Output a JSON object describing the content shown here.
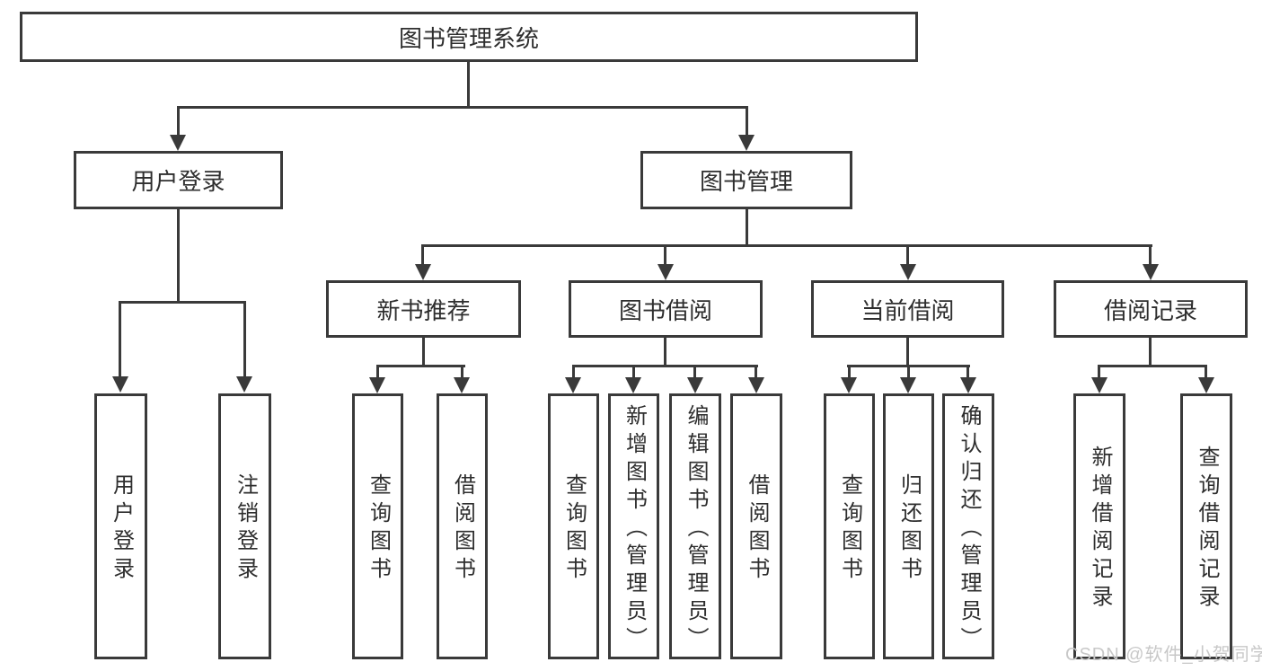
{
  "nodes": {
    "root": "图书管理系统",
    "user_login": "用户登录",
    "book_mgmt": "图书管理",
    "new_book_rec": "新书推荐",
    "book_borrow": "图书借阅",
    "current_borrow": "当前借阅",
    "borrow_records": "借阅记录",
    "leaf_user_login": "用户登录",
    "leaf_logout": "注销登录",
    "rec_query_book": "查询图书",
    "rec_borrow_book": "借阅图书",
    "bb_query_book": "查询图书",
    "bb_add_book": "新增图书（管理员）",
    "bb_edit_book": "编辑图书（管理员）",
    "bb_borrow_book": "借阅图书",
    "cb_query_book": "查询图书",
    "cb_return_book": "归还图书",
    "cb_confirm_return": "确认归还（管理员）",
    "br_add_record": "新增借阅记录",
    "br_query_record": "查询借阅记录"
  },
  "watermark": {
    "text": "CSDN @软件_小贺同学"
  },
  "colors": {
    "line": "#3a3a3a",
    "text": "#2e2e2e",
    "watermark": "#c8c8c8",
    "background": "#ffffff"
  }
}
